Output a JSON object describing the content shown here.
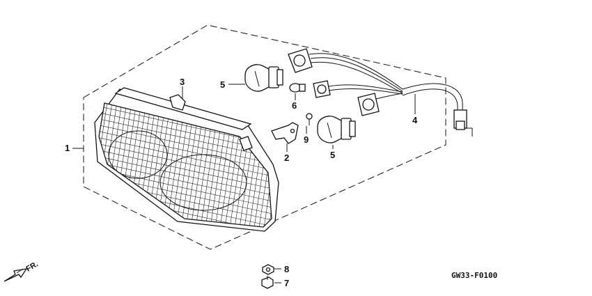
{
  "callouts": {
    "p1": "1",
    "p2": "2",
    "p3": "3",
    "p4": "4",
    "p5a": "5",
    "p5b": "5",
    "p6": "6",
    "p7": "7",
    "p8": "8",
    "p9": "9"
  },
  "direction": {
    "label": "FR."
  },
  "diagram_code": "GW33-F0100"
}
